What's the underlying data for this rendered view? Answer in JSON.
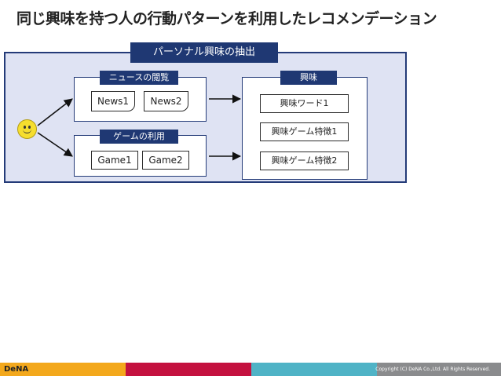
{
  "title": "同じ興味を持つ人の行動パターンを利用したレコメンデーション",
  "diagram": {
    "main_label": "パーソナル興味の抽出",
    "news_group": {
      "label": "ニュースの閲覧",
      "items": [
        "News1",
        "News2"
      ]
    },
    "game_group": {
      "label": "ゲームの利用",
      "items": [
        "Game1",
        "Game2"
      ]
    },
    "interest_group": {
      "label": "興味",
      "items": [
        "興味ワード1",
        "興味ゲーム特徴1",
        "興味ゲーム特徴2"
      ]
    }
  },
  "footer": {
    "logo": "DeNA",
    "copyright": "Copyright (C) DeNA Co.,Ltd. All Rights Reserved."
  },
  "colors": {
    "navy": "#1f3873",
    "panel": "#dfe3f3",
    "footer_segments": [
      "#f3a81c",
      "#c4113f",
      "#4fb3c6",
      "#8a8b8d"
    ]
  }
}
